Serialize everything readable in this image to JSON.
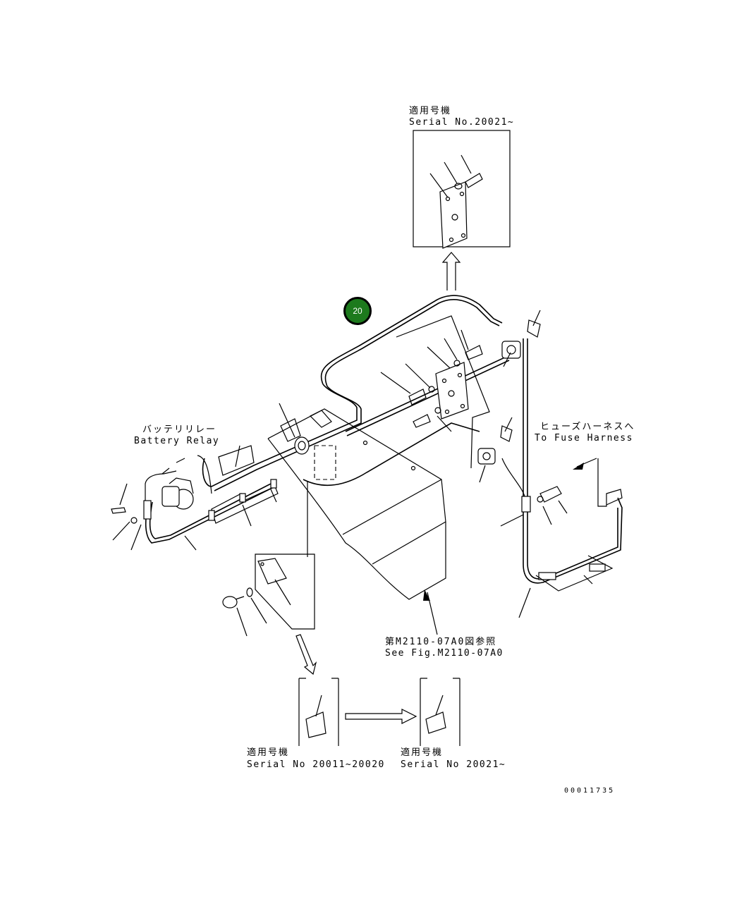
{
  "inset_top": {
    "applicable_jp": "適用号機",
    "serial": "Serial No.20021~"
  },
  "battery_relay": {
    "jp": "バッテリリレー",
    "en": "Battery Relay"
  },
  "fuse_harness": {
    "jp": "ヒューズハーネスへ",
    "en": "To Fuse Harness"
  },
  "see_fig": {
    "jp": "第M2110-07A0図参照",
    "en": "See Fig.M2110-07A0"
  },
  "inset_bottom_left": {
    "applicable_jp": "適用号機",
    "serial": "Serial No 20011~20020"
  },
  "inset_bottom_right": {
    "applicable_jp": "適用号機",
    "serial": "Serial No 20021~"
  },
  "callout": {
    "number": "20",
    "color": "#1d7a1d"
  },
  "drawing_number": "00011735"
}
